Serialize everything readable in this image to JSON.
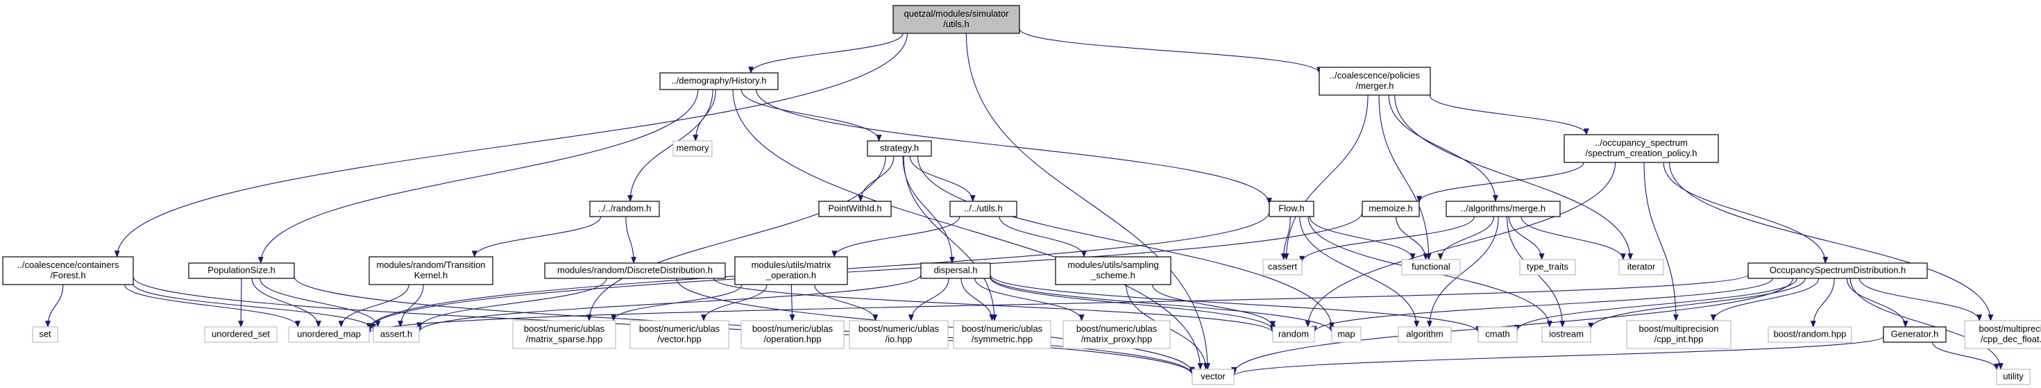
{
  "diagram": {
    "type": "include-dependency-graph",
    "edge_color": "#191970",
    "root_fill": "#bfbfbf",
    "external_border": "#bfbfbf",
    "nodes": [
      {
        "id": "root",
        "lines": [
          "quetzal/modules/simulator",
          "/utils.h"
        ],
        "kind": "root"
      },
      {
        "id": "forest",
        "lines": [
          "../coalescence/containers",
          "/Forest.h"
        ],
        "kind": "local"
      },
      {
        "id": "history",
        "lines": [
          "../demography/History.h"
        ],
        "kind": "local"
      },
      {
        "id": "merger",
        "lines": [
          "../coalescence/policies",
          "/merger.h"
        ],
        "kind": "local"
      },
      {
        "id": "memory",
        "lines": [
          "memory"
        ],
        "kind": "system"
      },
      {
        "id": "strategy",
        "lines": [
          "strategy.h"
        ],
        "kind": "local"
      },
      {
        "id": "occpolicy",
        "lines": [
          "../occupancy_spectrum",
          "/spectrum_creation_policy.h"
        ],
        "kind": "local"
      },
      {
        "id": "random_h",
        "lines": [
          "../../random.h"
        ],
        "kind": "local"
      },
      {
        "id": "pointwithid",
        "lines": [
          "PointWithId.h"
        ],
        "kind": "local"
      },
      {
        "id": "utils2",
        "lines": [
          "../../utils.h"
        ],
        "kind": "local"
      },
      {
        "id": "flow",
        "lines": [
          "Flow.h"
        ],
        "kind": "local"
      },
      {
        "id": "memoize",
        "lines": [
          "memoize.h"
        ],
        "kind": "local"
      },
      {
        "id": "algmerge",
        "lines": [
          "../algorithms/merge.h"
        ],
        "kind": "local"
      },
      {
        "id": "popsize",
        "lines": [
          "PopulationSize.h"
        ],
        "kind": "local"
      },
      {
        "id": "transkernel",
        "lines": [
          "modules/random/Transition",
          "Kernel.h"
        ],
        "kind": "local"
      },
      {
        "id": "discrete",
        "lines": [
          "modules/random/DiscreteDistribution.h"
        ],
        "kind": "local"
      },
      {
        "id": "matrixop",
        "lines": [
          "modules/utils/matrix",
          "_operation.h"
        ],
        "kind": "local"
      },
      {
        "id": "dispersal",
        "lines": [
          "dispersal.h"
        ],
        "kind": "local"
      },
      {
        "id": "sampling",
        "lines": [
          "modules/utils/sampling",
          "_scheme.h"
        ],
        "kind": "local"
      },
      {
        "id": "occdist",
        "lines": [
          "OccupancySpectrumDistribution.h"
        ],
        "kind": "local"
      },
      {
        "id": "set",
        "lines": [
          "set"
        ],
        "kind": "system"
      },
      {
        "id": "unordered_set",
        "lines": [
          "unordered_set"
        ],
        "kind": "system"
      },
      {
        "id": "unordered_map",
        "lines": [
          "unordered_map"
        ],
        "kind": "system"
      },
      {
        "id": "assert",
        "lines": [
          "assert.h"
        ],
        "kind": "system"
      },
      {
        "id": "ub_sparse",
        "lines": [
          "boost/numeric/ublas",
          "/matrix_sparse.hpp"
        ],
        "kind": "system"
      },
      {
        "id": "ub_vector",
        "lines": [
          "boost/numeric/ublas",
          "/vector.hpp"
        ],
        "kind": "system"
      },
      {
        "id": "ub_operation",
        "lines": [
          "boost/numeric/ublas",
          "/operation.hpp"
        ],
        "kind": "system"
      },
      {
        "id": "ub_io",
        "lines": [
          "boost/numeric/ublas",
          "/io.hpp"
        ],
        "kind": "system"
      },
      {
        "id": "ub_symmetric",
        "lines": [
          "boost/numeric/ublas",
          "/symmetric.hpp"
        ],
        "kind": "system"
      },
      {
        "id": "ub_proxy",
        "lines": [
          "boost/numeric/ublas",
          "/matrix_proxy.hpp"
        ],
        "kind": "system"
      },
      {
        "id": "random",
        "lines": [
          "random"
        ],
        "kind": "system"
      },
      {
        "id": "map",
        "lines": [
          "map"
        ],
        "kind": "system"
      },
      {
        "id": "algorithm",
        "lines": [
          "algorithm"
        ],
        "kind": "system"
      },
      {
        "id": "cmath",
        "lines": [
          "cmath"
        ],
        "kind": "system"
      },
      {
        "id": "iostream",
        "lines": [
          "iostream"
        ],
        "kind": "system"
      },
      {
        "id": "cpp_int",
        "lines": [
          "boost/multiprecision",
          "/cpp_int.hpp"
        ],
        "kind": "system"
      },
      {
        "id": "boost_random",
        "lines": [
          "boost/random.hpp"
        ],
        "kind": "system"
      },
      {
        "id": "generator",
        "lines": [
          "Generator.h"
        ],
        "kind": "local"
      },
      {
        "id": "cpp_dec",
        "lines": [
          "boost/multiprecision",
          "/cpp_dec_float.hpp"
        ],
        "kind": "system"
      },
      {
        "id": "cassert",
        "lines": [
          "cassert"
        ],
        "kind": "system"
      },
      {
        "id": "functional",
        "lines": [
          "functional"
        ],
        "kind": "system"
      },
      {
        "id": "type_traits",
        "lines": [
          "type_traits"
        ],
        "kind": "system"
      },
      {
        "id": "iterator",
        "lines": [
          "iterator"
        ],
        "kind": "system"
      },
      {
        "id": "vector",
        "lines": [
          "vector"
        ],
        "kind": "system"
      },
      {
        "id": "utility",
        "lines": [
          "utility"
        ],
        "kind": "system"
      }
    ],
    "edges": [
      [
        "root",
        "forest"
      ],
      [
        "root",
        "history"
      ],
      [
        "root",
        "merger"
      ],
      [
        "root",
        "vector"
      ],
      [
        "history",
        "memory"
      ],
      [
        "history",
        "strategy"
      ],
      [
        "history",
        "random_h"
      ],
      [
        "history",
        "popsize"
      ],
      [
        "history",
        "flow"
      ],
      [
        "history",
        "vector"
      ],
      [
        "merger",
        "occpolicy"
      ],
      [
        "merger",
        "algmerge"
      ],
      [
        "merger",
        "cassert"
      ],
      [
        "merger",
        "functional"
      ],
      [
        "merger",
        "iterator"
      ],
      [
        "strategy",
        "pointwithid"
      ],
      [
        "strategy",
        "utils2"
      ],
      [
        "strategy",
        "dispersal"
      ],
      [
        "strategy",
        "ub_sparse"
      ],
      [
        "strategy",
        "ub_symmetric"
      ],
      [
        "strategy",
        "map"
      ],
      [
        "occpolicy",
        "memoize"
      ],
      [
        "occpolicy",
        "occdist"
      ],
      [
        "occpolicy",
        "random"
      ],
      [
        "occpolicy",
        "cpp_int"
      ],
      [
        "occpolicy",
        "cpp_dec"
      ],
      [
        "random_h",
        "transkernel"
      ],
      [
        "random_h",
        "discrete"
      ],
      [
        "utils2",
        "matrixop"
      ],
      [
        "utils2",
        "sampling"
      ],
      [
        "flow",
        "cassert"
      ],
      [
        "flow",
        "functional"
      ],
      [
        "flow",
        "algorithm"
      ],
      [
        "flow",
        "iostream"
      ],
      [
        "flow",
        "unordered_map"
      ],
      [
        "memoize",
        "functional"
      ],
      [
        "memoize",
        "unordered_map"
      ],
      [
        "algmerge",
        "cassert"
      ],
      [
        "algmerge",
        "functional"
      ],
      [
        "algmerge",
        "type_traits"
      ],
      [
        "algmerge",
        "iterator"
      ],
      [
        "algmerge",
        "algorithm"
      ],
      [
        "algmerge",
        "iostream"
      ],
      [
        "forest",
        "set"
      ],
      [
        "forest",
        "unordered_map"
      ],
      [
        "forest",
        "assert"
      ],
      [
        "forest",
        "vector"
      ],
      [
        "popsize",
        "unordered_set"
      ],
      [
        "popsize",
        "unordered_map"
      ],
      [
        "popsize",
        "assert"
      ],
      [
        "popsize",
        "vector"
      ],
      [
        "transkernel",
        "unordered_map"
      ],
      [
        "transkernel",
        "assert"
      ],
      [
        "discrete",
        "assert"
      ],
      [
        "discrete",
        "random"
      ],
      [
        "discrete",
        "vector"
      ],
      [
        "matrixop",
        "ub_sparse"
      ],
      [
        "matrixop",
        "ub_vector"
      ],
      [
        "matrixop",
        "ub_operation"
      ],
      [
        "matrixop",
        "ub_io"
      ],
      [
        "dispersal",
        "assert"
      ],
      [
        "dispersal",
        "ub_io"
      ],
      [
        "dispersal",
        "ub_symmetric"
      ],
      [
        "dispersal",
        "ub_proxy"
      ],
      [
        "dispersal",
        "random"
      ],
      [
        "dispersal",
        "map"
      ],
      [
        "dispersal",
        "cmath"
      ],
      [
        "sampling",
        "random"
      ],
      [
        "sampling",
        "vector"
      ],
      [
        "occdist",
        "unordered_map"
      ],
      [
        "occdist",
        "random"
      ],
      [
        "occdist",
        "cmath"
      ],
      [
        "occdist",
        "iostream"
      ],
      [
        "occdist",
        "cpp_int"
      ],
      [
        "occdist",
        "boost_random"
      ],
      [
        "occdist",
        "generator"
      ],
      [
        "occdist",
        "cpp_dec"
      ],
      [
        "occdist",
        "vector"
      ],
      [
        "occdist",
        "utility"
      ],
      [
        "generator",
        "vector"
      ],
      [
        "generator",
        "utility"
      ]
    ]
  }
}
